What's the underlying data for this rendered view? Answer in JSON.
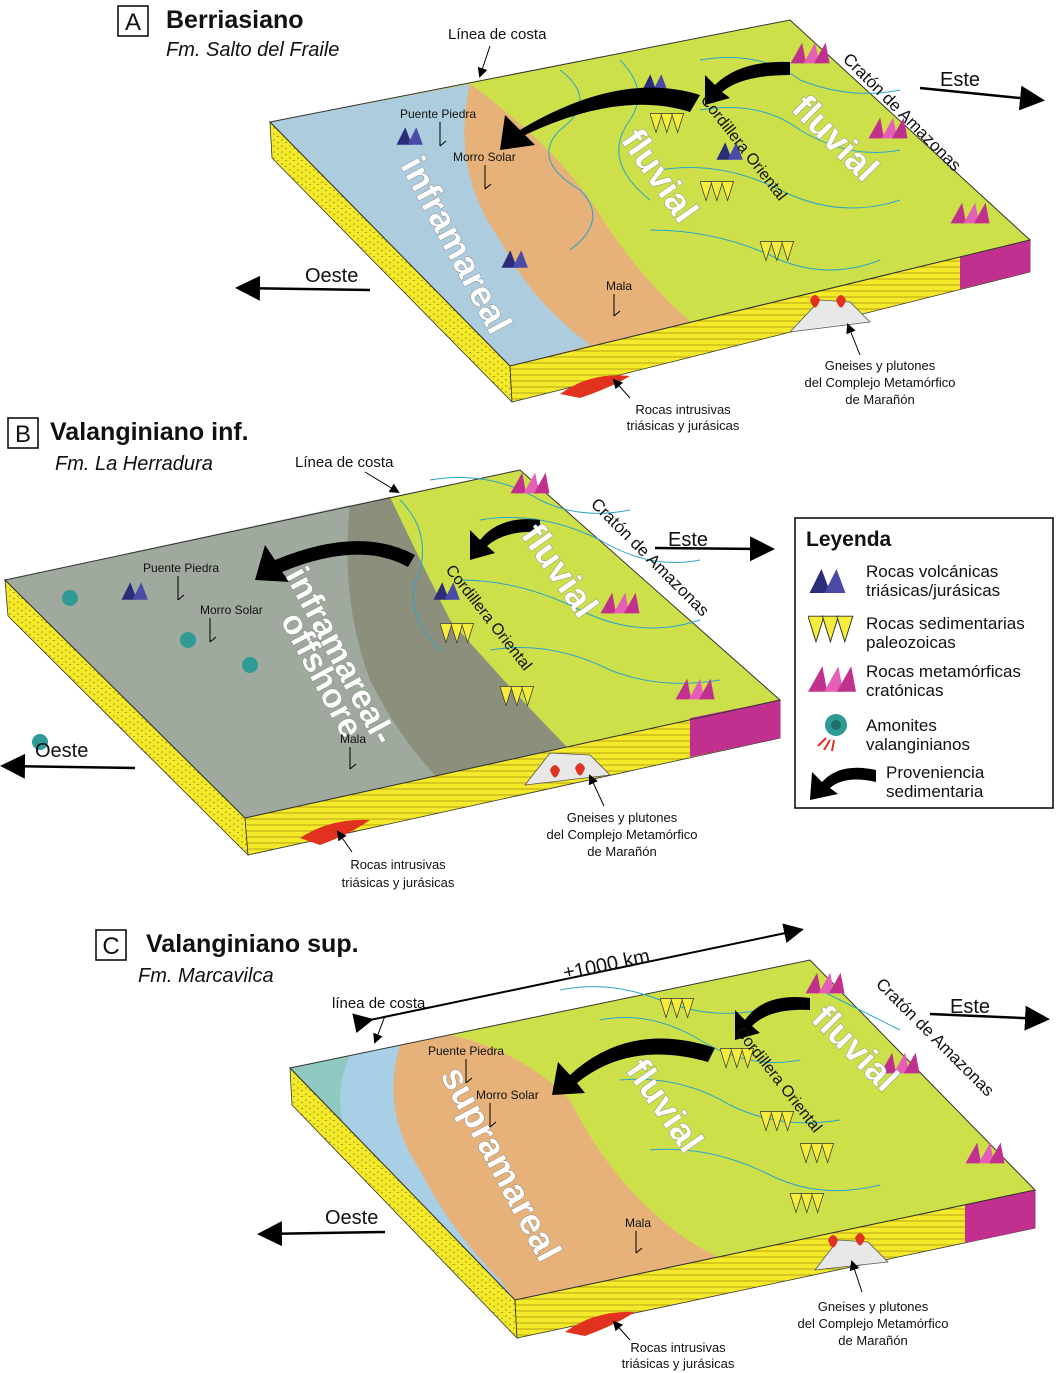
{
  "panels": {
    "a": {
      "letter": "A",
      "title": "Berriasiano",
      "formation": "Fm. Salto del Fraile",
      "coastline": "Línea de costa",
      "craton": "Cratón de Amazonas",
      "range": "Cordillera Oriental",
      "east": "Este",
      "west": "Oeste",
      "env_marine": "inframareal",
      "env_fluvial_1": "fluvial",
      "env_fluvial_2": "fluvial",
      "loc_1": "Puente Piedra",
      "loc_2": "Morro Solar",
      "loc_3": "Mala",
      "gneiss_1": "Gneises y plutones",
      "gneiss_2": "del Complejo Metamórfico",
      "gneiss_3": "de Marañón",
      "intrusive_1": "Rocas intrusivas",
      "intrusive_2": "triásicas y jurásicas"
    },
    "b": {
      "letter": "B",
      "title": "Valanginiano inf.",
      "formation": "Fm. La Herradura",
      "coastline": "Línea de costa",
      "craton": "Cratón de Amazonas",
      "range": "Cordillera Oriental",
      "east": "Este",
      "west": "Oeste",
      "env_marine_1": "inframareal-",
      "env_marine_2": "offshore",
      "env_fluvial": "fluvial",
      "loc_1": "Puente Piedra",
      "loc_2": "Morro Solar",
      "loc_3": "Mala",
      "gneiss_1": "Gneises y plutones",
      "gneiss_2": "del Complejo Metamórfico",
      "gneiss_3": "de Marañón",
      "intrusive_1": "Rocas intrusivas",
      "intrusive_2": "triásicas y jurásicas"
    },
    "c": {
      "letter": "C",
      "title": "Valanginiano sup.",
      "formation": "Fm. Marcavilca",
      "coastline": "línea de costa",
      "distance": "±1000 km",
      "craton": "Cratón de Amazonas",
      "range": "Cordillera Oriental",
      "east": "Este",
      "west": "Oeste",
      "env_marine": "supramareal",
      "env_fluvial_1": "fluvial",
      "env_fluvial_2": "fluvial",
      "loc_1": "Puente Piedra",
      "loc_2": "Morro Solar",
      "loc_3": "Mala",
      "gneiss_1": "Gneises y plutones",
      "gneiss_2": "del Complejo Metamórfico",
      "gneiss_3": "de Marañón",
      "intrusive_1": "Rocas intrusivas",
      "intrusive_2": "triásicas y jurásicas"
    }
  },
  "legend": {
    "title": "Leyenda",
    "volcanic_1": "Rocas volcánicas",
    "volcanic_2": "triásicas/jurásicas",
    "sedimentary_1": "Rocas sedimentarias",
    "sedimentary_2": "paleozoicas",
    "metamorphic_1": "Rocas metamórficas",
    "metamorphic_2": "cratónicas",
    "ammonites_1": "Amonites",
    "ammonites_2": "valanginianos",
    "provenance_1": "Proveniencia",
    "provenance_2": "sedimentaria"
  },
  "colors": {
    "fluvial_green": "#cde04a",
    "coastal_orange": "#e6b27a",
    "marine_blue": "#a8cfe6",
    "offshore_grey": "#8c8f7c",
    "volcanic": "#2b2c7a",
    "sedimentary": "#f5ec3b",
    "metamorphic": "#c2308f",
    "ammonite": "#2e9b95",
    "intrusive": "#e0321e",
    "river": "#2aa4c9",
    "base_yellow": "#f4ea2a"
  }
}
